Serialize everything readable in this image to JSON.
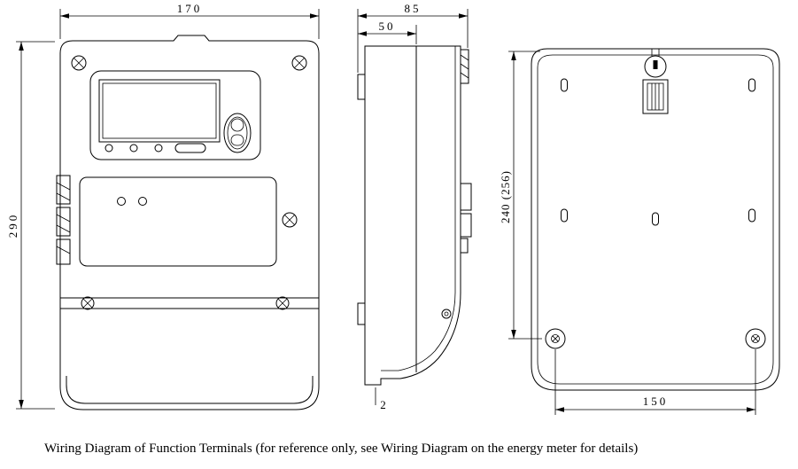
{
  "caption": "Wiring Diagram of Function Terminals (for reference only, see Wiring Diagram on the energy meter for details)",
  "dims": {
    "front_width": "170",
    "front_height": "290",
    "side_total_depth": "85",
    "side_body_depth": "50",
    "side_lip": "2",
    "back_mount_height": "240 (256)",
    "back_mount_width": "150"
  }
}
